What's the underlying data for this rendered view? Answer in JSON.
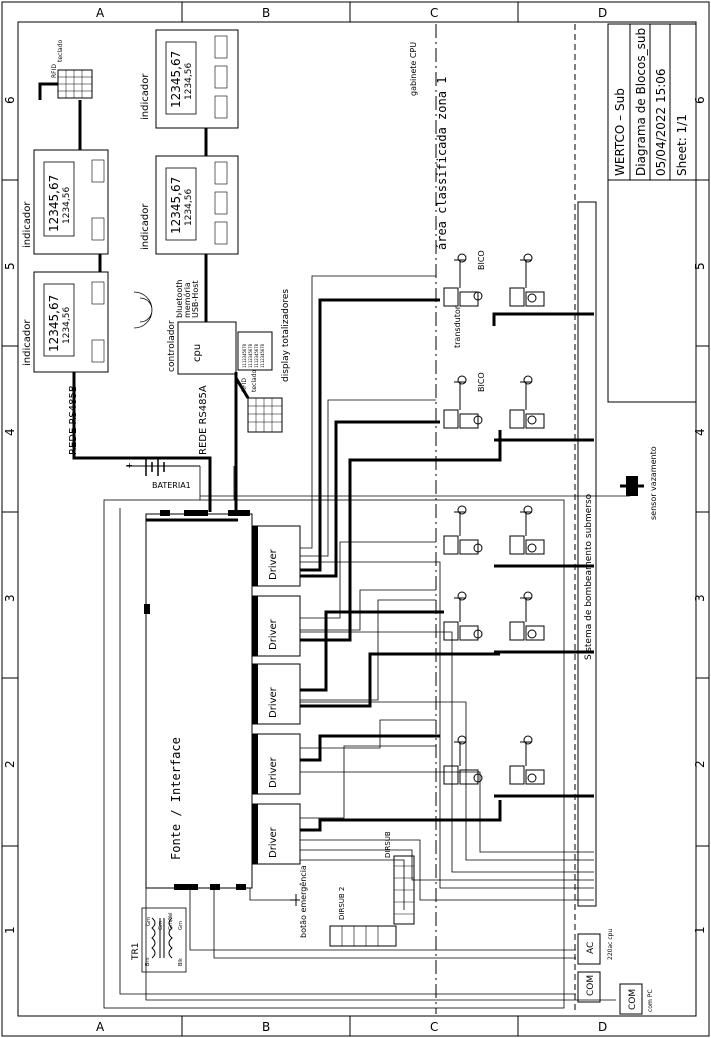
{
  "frame": {
    "rows": [
      "A",
      "B",
      "C",
      "D"
    ],
    "columns": [
      "1",
      "2",
      "3",
      "4",
      "5",
      "6"
    ]
  },
  "title_block": {
    "company": "WERTCO – Sub",
    "title": "Diagrama de Blocos_sub",
    "date": "05/04/2022 15:06",
    "sheet": "Sheet: 1/1"
  },
  "labels": {
    "gabinete": "gabinete CPU",
    "area": "área classificada zona 1",
    "bico": "BICO",
    "transdutor": "transdutor",
    "sistema": "Sistema de bombeamento submerso",
    "sensor": "sensor vazamento",
    "bateria": "BATERIA1",
    "rede_b": "REDE RS485B",
    "rede_a": "REDE RS485A",
    "controlador": "controlador",
    "cpu": "cpu",
    "bluetooth": "bluetooth",
    "memoria": "memória",
    "usb": "USB-Host",
    "display_tot": "display totalizadores",
    "rfid": "RFID",
    "teclado": "teclado",
    "fonte": "Fonte / Interface",
    "driver": "Driver",
    "botao": "botão emergência",
    "tr1": "TR1",
    "dirsub": "DIRSUB",
    "dirsub2": "DIRSUB 2",
    "ac": "AC",
    "com": "COM",
    "com_pc": "com PC",
    "v220": "220ac cpu",
    "indicador": "indicador",
    "big_value": "12345,67",
    "small_value": "1234,56",
    "tiny_value": "12345",
    "tot_lines": [
      "1112345678",
      "1112345678",
      "1112345678",
      "1112345678"
    ],
    "tr_pins": [
      "Brn",
      "Grn",
      "Grn",
      "Grn/Yel",
      "Grn",
      "Blk"
    ]
  }
}
